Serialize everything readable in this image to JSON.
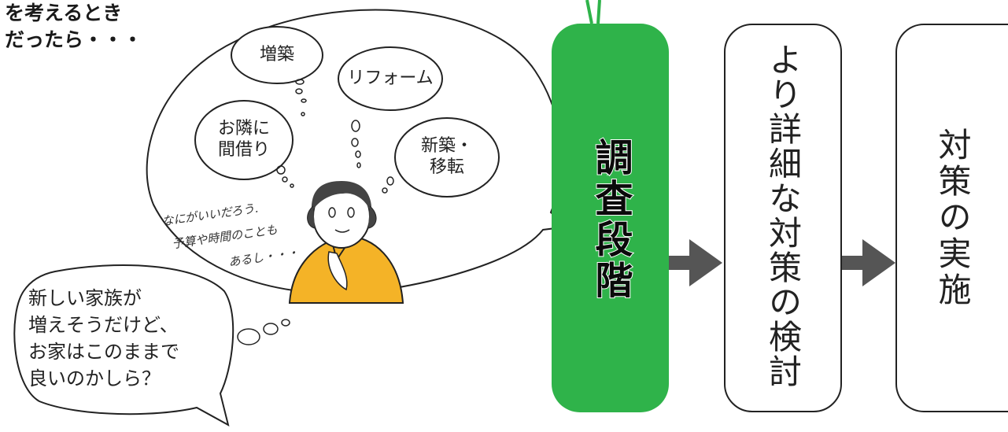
{
  "heading": {
    "line1": "を考えるとき",
    "line2": "だったら・・・"
  },
  "thought_bubbles": {
    "extension": "増築",
    "reform": "リフォーム",
    "borrow_line1": "お隣に",
    "borrow_line2": "間借り",
    "rebuild_line1": "新築・",
    "rebuild_line2": "移転"
  },
  "handwritten_thoughts": {
    "line1": "なにがいいだろう.",
    "line2": "予算や時間のことも",
    "line3": "あるし・・・"
  },
  "speech_bubble": {
    "line1": "新しい家族が",
    "line2": "増えそうだけど、",
    "line3": "お家はこのままで",
    "line4": "良いのかしら？"
  },
  "steps": {
    "survey": "調査段階",
    "detailed_review": "より詳細な対策の検討",
    "implementation": "対策の実施"
  },
  "colors": {
    "accent_green": "#2fb34a",
    "shirt_orange": "#f4b327",
    "outline": "#222222"
  }
}
